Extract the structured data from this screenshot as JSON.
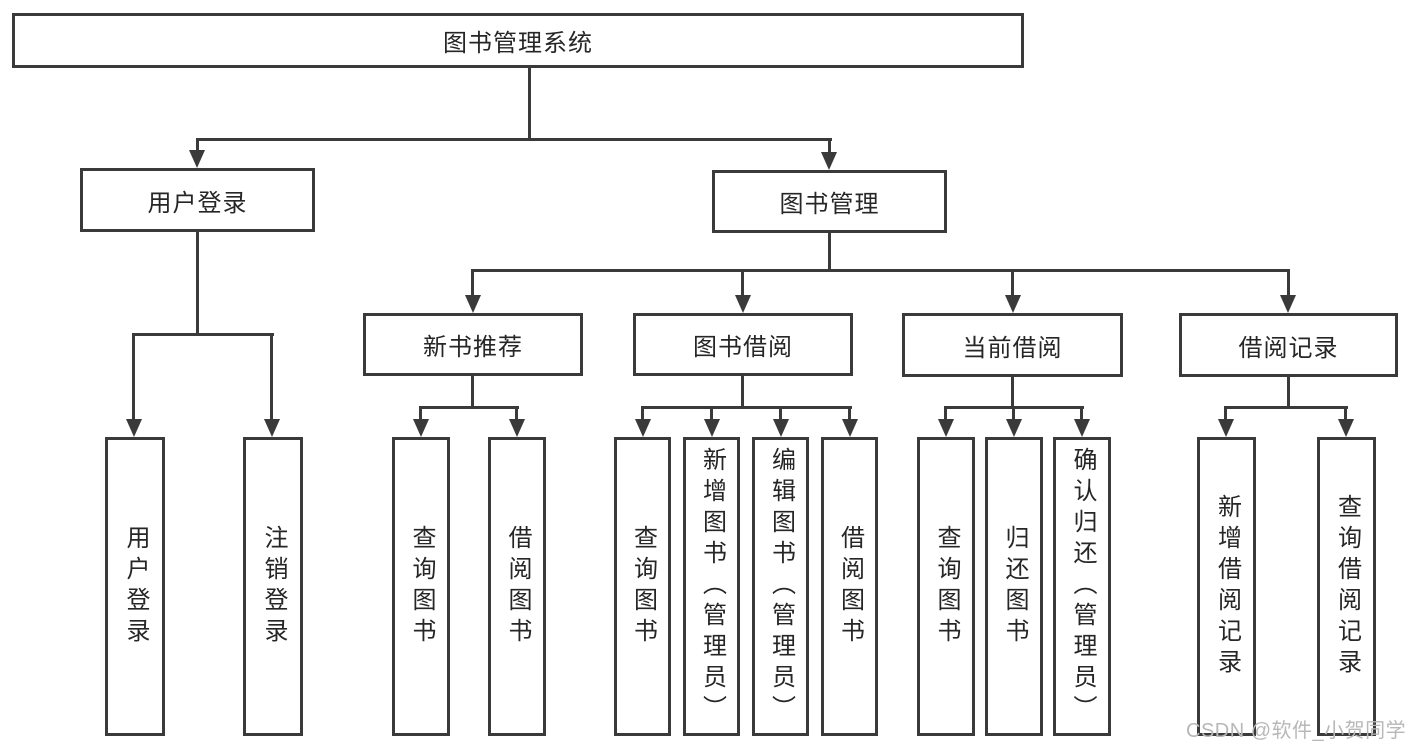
{
  "diagram": {
    "type": "tree",
    "tree": {
      "root": {
        "label": "图书管理系统"
      },
      "level2": [
        {
          "label": "用户登录"
        },
        {
          "label": "图书管理"
        }
      ],
      "level3": [
        {
          "label": "新书推荐"
        },
        {
          "label": "图书借阅"
        },
        {
          "label": "当前借阅"
        },
        {
          "label": "借阅记录"
        }
      ],
      "leaves": {
        "user_login": [
          "用户登录",
          "注销登录"
        ],
        "new_book": [
          "查询图书",
          "借阅图书"
        ],
        "book_borrow": [
          "查询图书",
          "新增图书（管理员）",
          "编辑图书（管理员）",
          "借阅图书"
        ],
        "current_borrow": [
          "查询图书",
          "归还图书",
          "确认归还（管理员）"
        ],
        "borrow_record": [
          "新增借阅记录",
          "查询借阅记录"
        ]
      }
    }
  },
  "watermark": {
    "text": "CSDN @软件_小贺同学",
    "color": "#b8b8b8"
  },
  "colors": {
    "line": "#3a3a3a",
    "box_border": "#3a3a3a",
    "text": "#262626",
    "background": "#ffffff"
  }
}
